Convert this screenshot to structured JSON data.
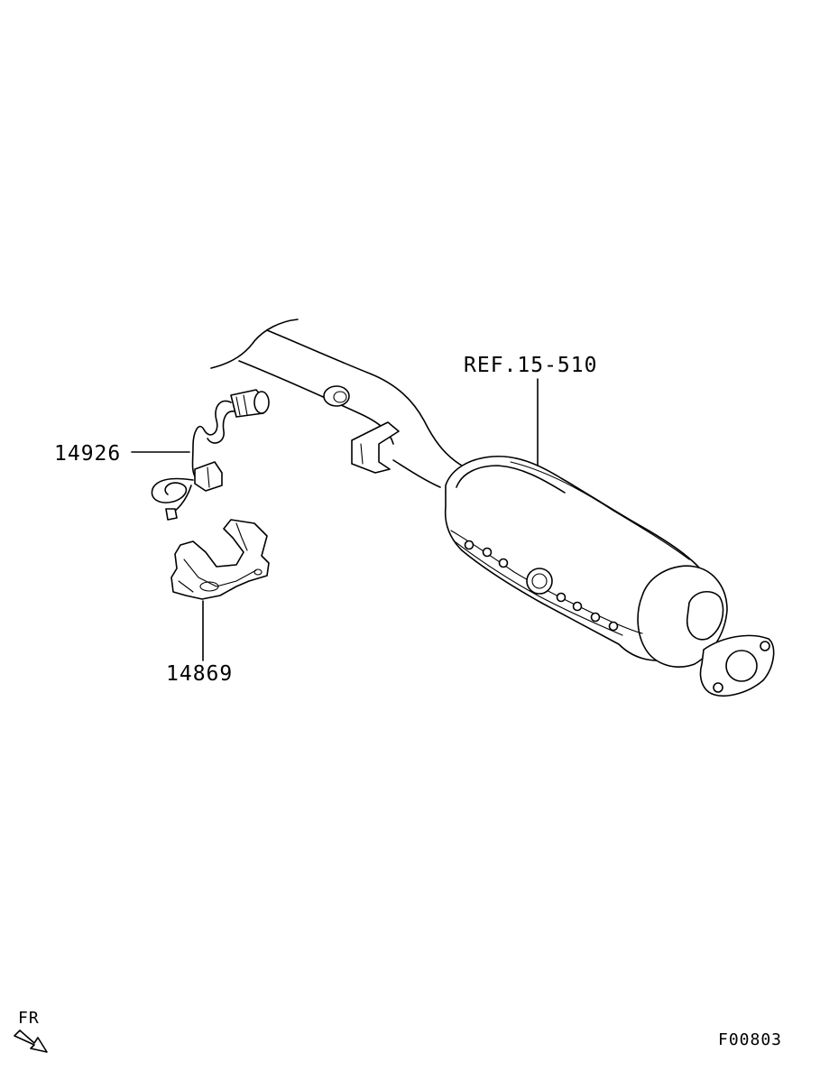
{
  "labels": {
    "ref_label": "REF.15-510",
    "part_14926": "14926",
    "part_14869": "14869",
    "front_indicator": "FR",
    "figure_code": "F00803"
  }
}
